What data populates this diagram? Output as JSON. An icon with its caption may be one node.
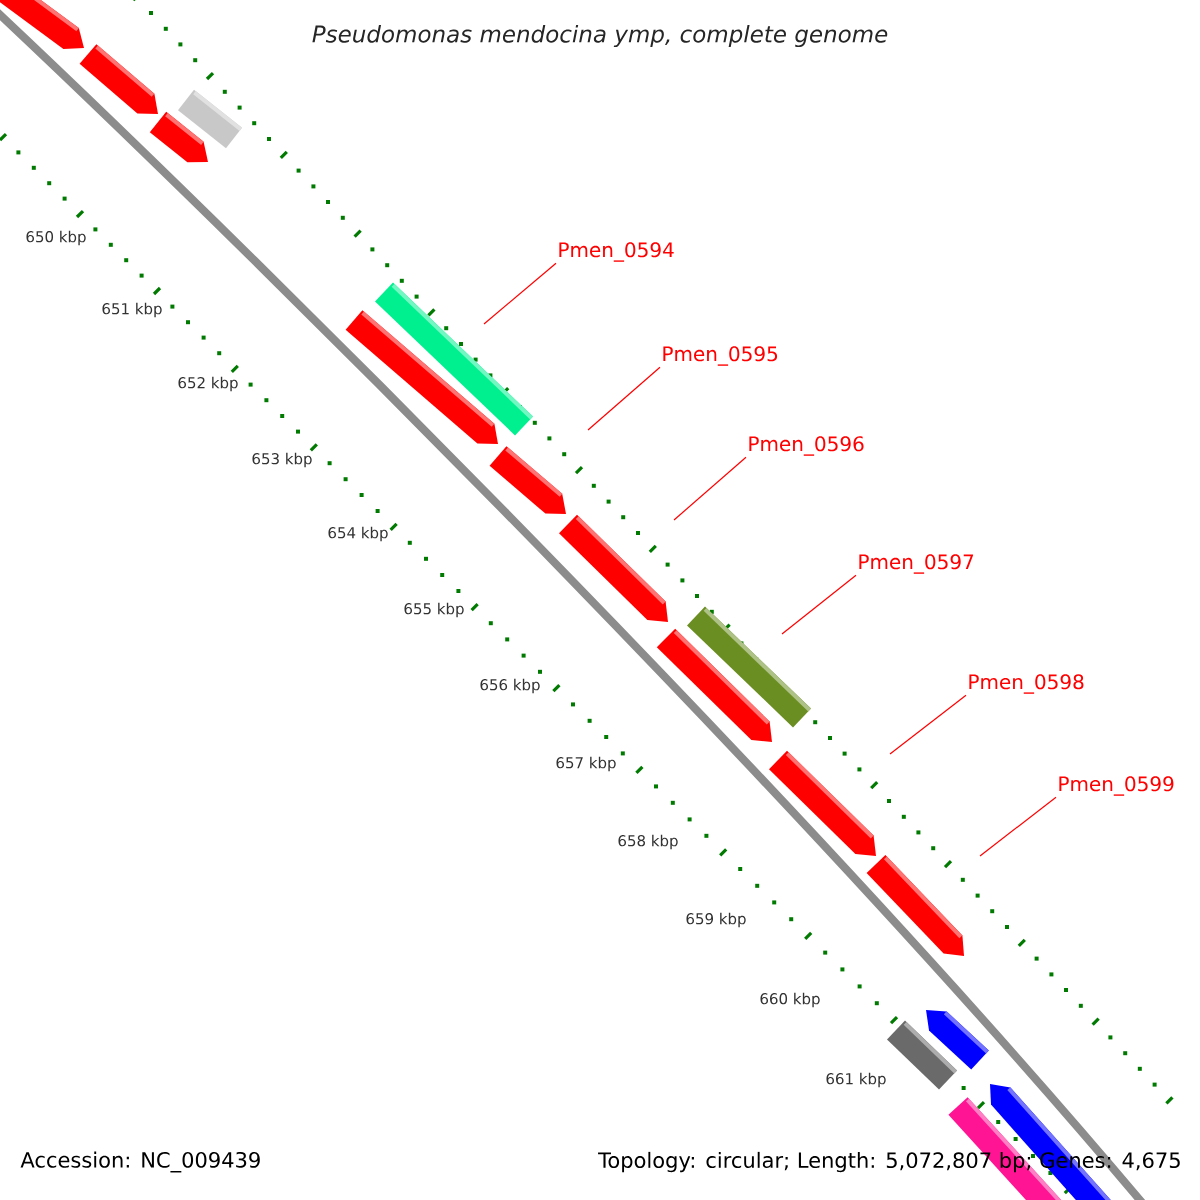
{
  "diagram": {
    "title": "Pseudomonas mendocina ymp, complete genome",
    "nodes": [
      {
        "text": [
          "Pmen_0594"
        ]
      },
      {
        "text": [
          "Pmen_0595"
        ]
      },
      {
        "text": [
          "Pmen_0596"
        ]
      },
      {
        "text": [
          "Pmen_0597"
        ]
      },
      {
        "text": [
          "Pmen_0598"
        ]
      },
      {
        "text": [
          "Pmen_0599"
        ]
      }
    ],
    "edges": [
      {
        "from": 0,
        "to": null,
        "arrow": "none"
      },
      {
        "from": 1,
        "to": null,
        "arrow": "none"
      },
      {
        "from": 2,
        "to": null,
        "arrow": "none"
      },
      {
        "from": 3,
        "to": null,
        "arrow": "none"
      },
      {
        "from": 4,
        "to": null,
        "arrow": "none"
      },
      {
        "from": 5,
        "to": null,
        "arrow": "none"
      }
    ],
    "labels": [
      "650 kbp",
      "651 kbp",
      "652 kbp",
      "653 kbp",
      "654 kbp",
      "655 kbp",
      "656 kbp",
      "657 kbp",
      "658 kbp",
      "659 kbp",
      "660 kbp",
      "661 kbp",
      "Accession: NC_009439",
      "Topology: circular; Length: 5,072,807 bp; Genes: 4,675"
    ]
  }
}
